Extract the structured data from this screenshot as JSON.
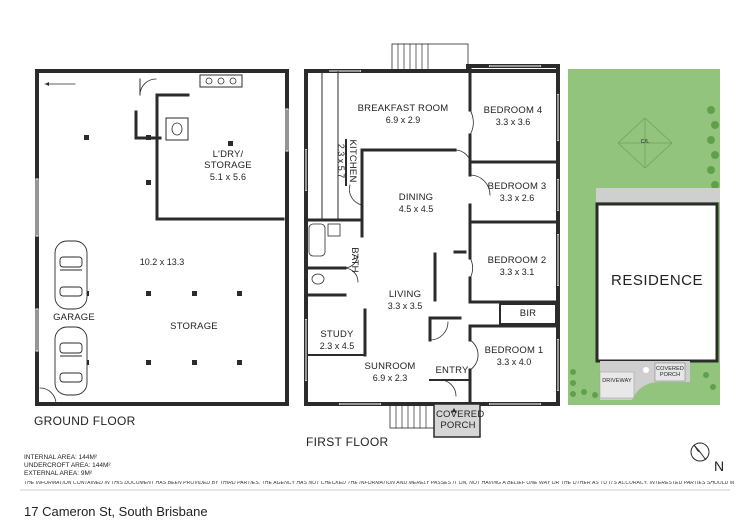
{
  "ground_floor": {
    "title": "GROUND FLOOR",
    "laundry": {
      "name": "L'DRY/ STORAGE",
      "size": "5.1 x 5.6"
    },
    "main_area": {
      "size": "10.2 x 13.3"
    },
    "garage": {
      "name": "GARAGE"
    },
    "storage": {
      "name": "STORAGE"
    }
  },
  "first_floor": {
    "title": "FIRST FLOOR",
    "rooms": {
      "breakfast": {
        "name": "BREAKFAST ROOM",
        "size": "6.9 x 2.9"
      },
      "kitchen": {
        "name": "KITCHEN",
        "size": "2.3 x 5.7"
      },
      "bedroom4": {
        "name": "BEDROOM 4",
        "size": "3.3 x 3.6"
      },
      "dining": {
        "name": "DINING",
        "size": "4.5 x 4.5"
      },
      "bedroom3": {
        "name": "BEDROOM 3",
        "size": "3.3 x 2.6"
      },
      "bath": {
        "name": "BATH"
      },
      "bedroom2": {
        "name": "BEDROOM 2",
        "size": "3.3 x 3.1"
      },
      "living": {
        "name": "LIVING",
        "size": "3.3 x 3.5"
      },
      "bir": {
        "name": "BIR"
      },
      "study": {
        "name": "STUDY",
        "size": "2.3 x 4.5"
      },
      "bedroom1": {
        "name": "BEDROOM 1",
        "size": "3.3 x 4.0"
      },
      "sunroom": {
        "name": "SUNROOM",
        "size": "6.9 x 2.3"
      },
      "entry": {
        "name": "ENTRY"
      },
      "porch": {
        "name": "COVERED PORCH"
      }
    }
  },
  "site_plan": {
    "residence": "RESIDENCE",
    "covered_porch": "COVERED PORCH",
    "driveway": "DRIVEWAY",
    "clothesline": "C/L"
  },
  "areas": {
    "internal": "INTERNAL AREA: 144M²",
    "undercroft": "UNDERCROFT AREA: 144M²",
    "external": "EXTERNAL AREA:  9M²"
  },
  "north": "N",
  "disclaimer": "THE INFORMATION CONTAINED IN THIS DOCUMENT HAS BEEN PROVIDED BY THIRD PARTIES. THE AGENCY HAS NOT CHECKED THE INFORMATION AND MERELY PASSES IT ON, NOT HAVING A BELIEF ONE WAY OR THE OTHER AS TO ITS ACCURACY. INTERESTED PARTIES SHOULD MAKE AND RELY UPON THEIR OWN ENQUIRIES",
  "address": "17 Cameron St, South Brisbane",
  "colors": {
    "wall": "#2b2b2b",
    "lawn": "#93c47d",
    "hedge": "#5fa14a",
    "paving": "#cfcfcf"
  }
}
